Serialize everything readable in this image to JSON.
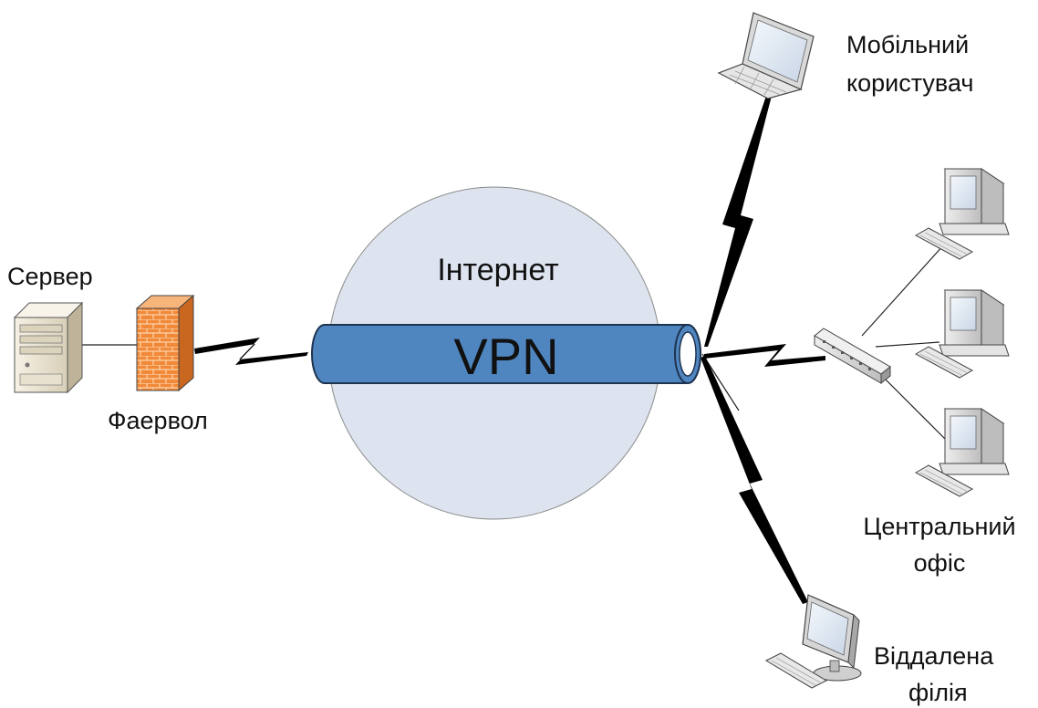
{
  "labels": {
    "server": "Сервер",
    "firewall": "Фаервол",
    "internet": "Інтернет",
    "vpn": "VPN",
    "mobile_line1": "Мобільний",
    "mobile_line2": "користувач",
    "central_line1": "Центральний",
    "central_line2": "офіс",
    "branch_line1": "Віддалена",
    "branch_line2": "філія"
  },
  "colors": {
    "internet_cloud": "#dde4ef",
    "vpn_tube": "#4f86c0",
    "firewall_brick": "#f08a3a",
    "server_body": "#ece6d6",
    "lightning": "#000000"
  },
  "icons": [
    "server-icon",
    "firewall-icon",
    "laptop-icon",
    "desktop-icon",
    "switch-icon",
    "keyboard-icon"
  ]
}
